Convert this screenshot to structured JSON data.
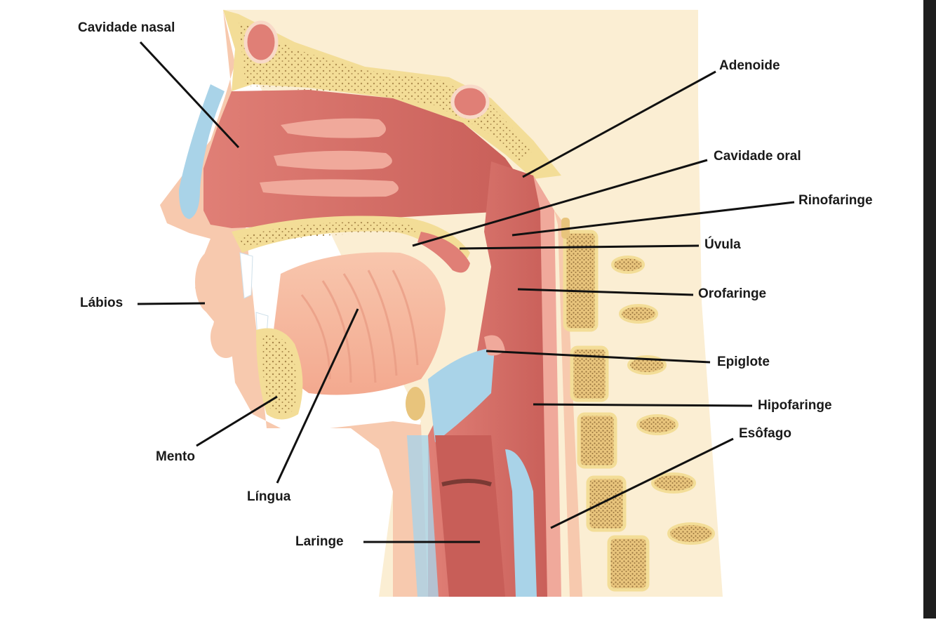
{
  "labels": {
    "cavidade_nasal": "Cavidade nasal",
    "adenoide": "Adenoide",
    "cavidade_oral": "Cavidade oral",
    "rinofaringe": "Rinofaringe",
    "uvula": "Úvula",
    "labios": "Lábios",
    "orofaringe": "Orofaringe",
    "epiglote": "Epiglote",
    "hipofaringe": "Hipofaringe",
    "esofago": "Esôfago",
    "mento": "Mento",
    "lingua": "Língua",
    "laringe": "Laringe"
  },
  "colors": {
    "tissue": "#d9726a",
    "tissue_light": "#f0a99b",
    "skin": "#f7c9ae",
    "bone": "#f3dd97",
    "bone_dots": "#a8864a",
    "cartilage": "#a9d3e8",
    "background_neck": "#fbeed3",
    "leader_line": "#111111"
  }
}
